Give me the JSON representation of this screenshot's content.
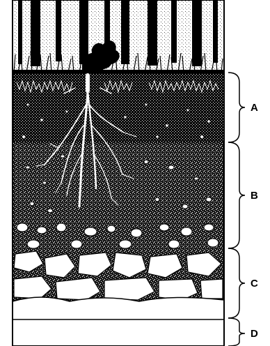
{
  "diagram": {
    "horizons": [
      {
        "label": "A"
      },
      {
        "label": "B"
      },
      {
        "label": "C"
      },
      {
        "label": "D"
      }
    ]
  }
}
